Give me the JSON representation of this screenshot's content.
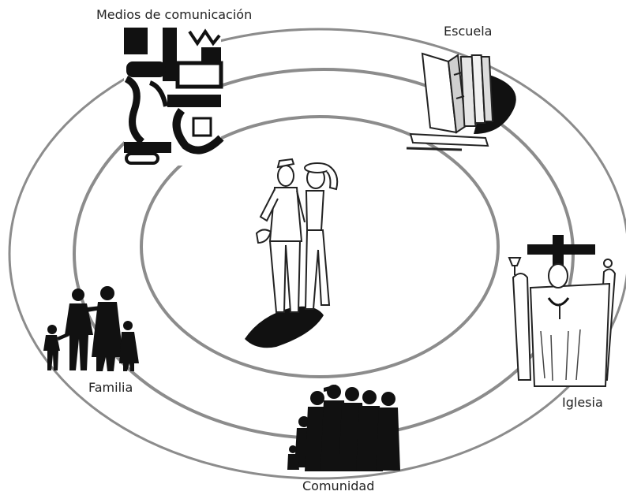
{
  "diagram": {
    "labels": {
      "medios": "Medios de comunicación",
      "escuela": "Escuela",
      "iglesia": "Iglesia",
      "familia": "Familia",
      "comunidad": "Comunidad"
    },
    "colors": {
      "ring": "#8c8c8c",
      "ink": "#111111",
      "text": "#222222"
    },
    "icons": [
      "media-collage-icon",
      "books-icon",
      "church-figure-icon",
      "family-silhouette-icon",
      "crowd-silhouette-icon",
      "couple-icon"
    ]
  }
}
